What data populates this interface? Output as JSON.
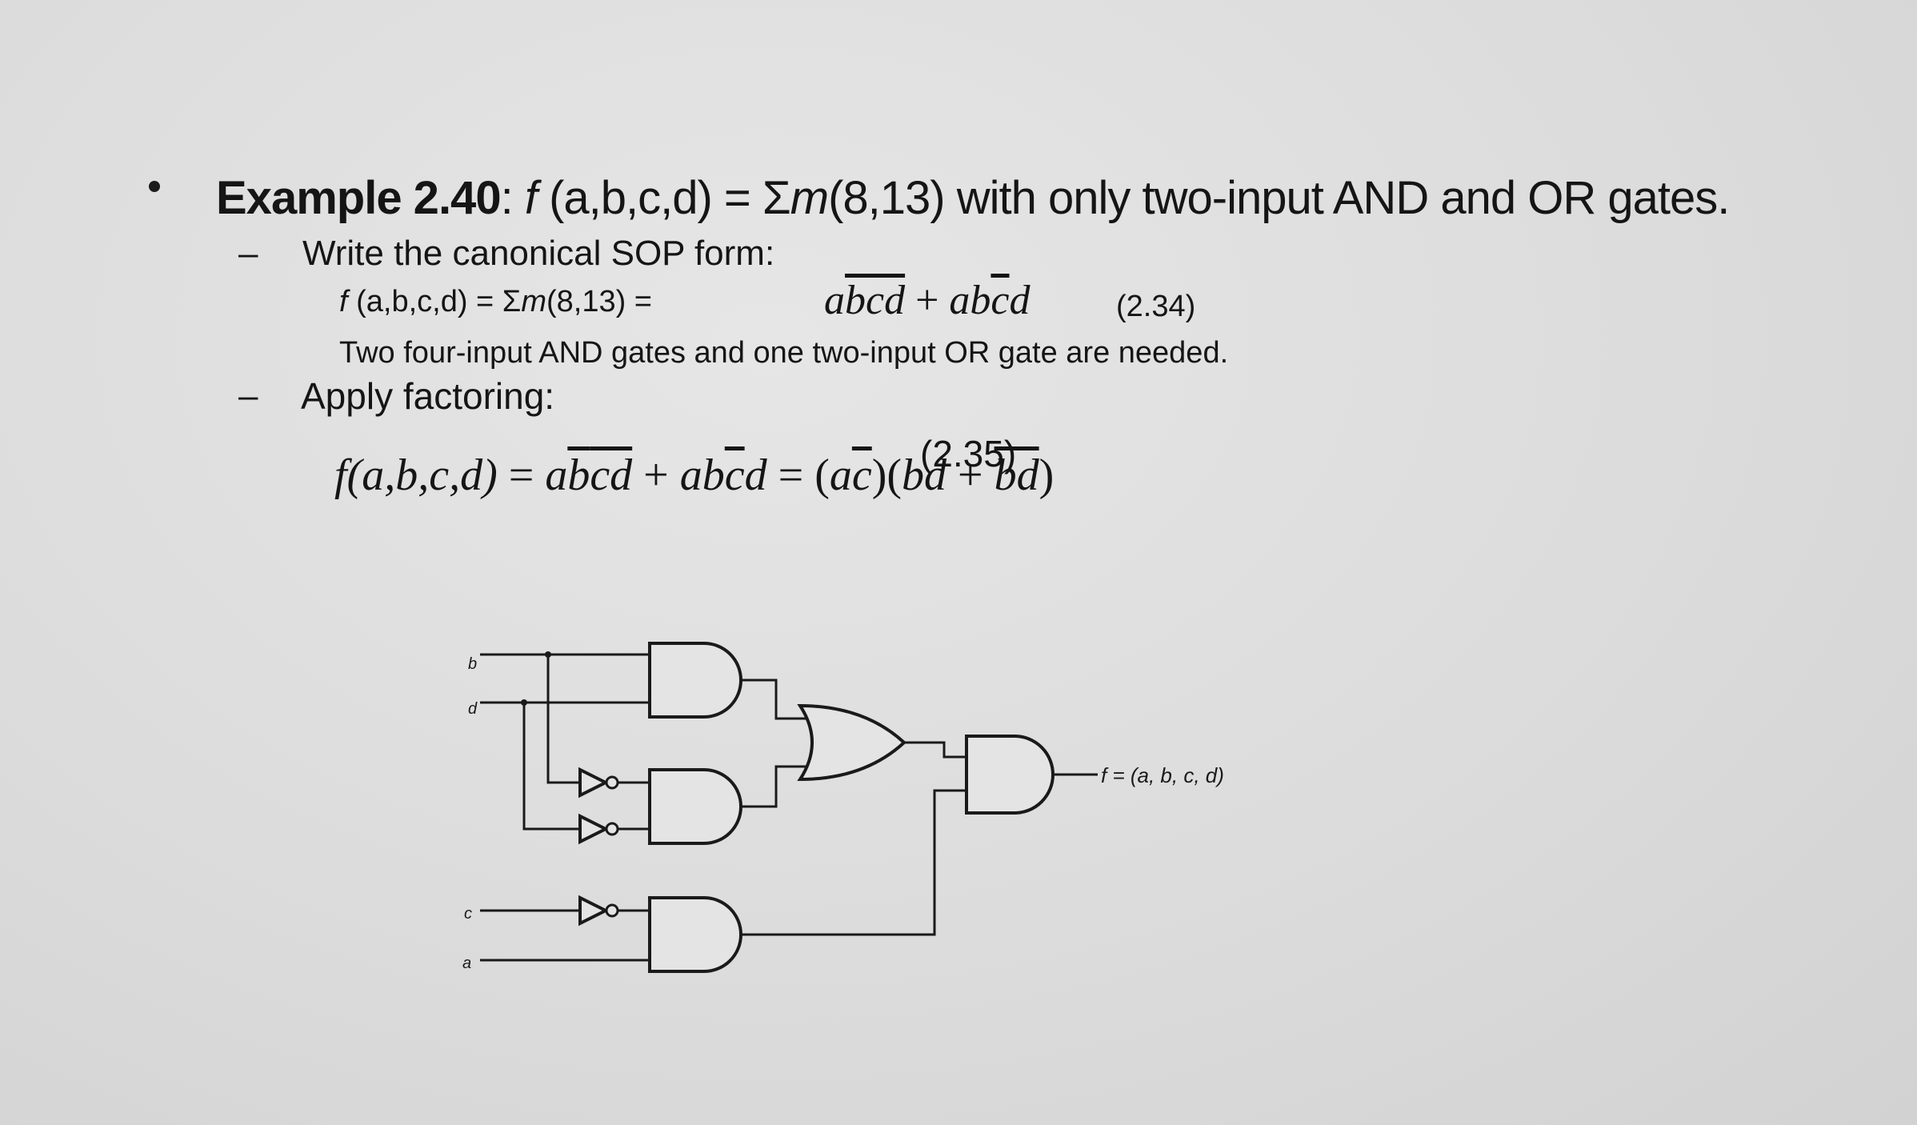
{
  "heading": {
    "label": "Example 2.40",
    "colon": ":",
    "func": "f",
    "args": " (a,b,c,d)",
    "eq": " = Σ",
    "m": "m",
    "rest": "(8,13) with only two-input AND and OR gates."
  },
  "step1": {
    "dash": "–",
    "text": "Write the canonical SOP form:"
  },
  "canonical": {
    "func": "f",
    "lhs_rest": " (a,b,c,d) = Σ",
    "m": "m",
    "lhs_tail": "(8,13) =",
    "term1_a": "a",
    "term1_b": "b",
    "term1_cd": "cd",
    "plus": " + ",
    "term2_ab": "ab",
    "term2_c": "c",
    "term2_d": "d",
    "eq_number": "(2.34)"
  },
  "note": "Two four-input AND gates and one two-input OR gate are needed.",
  "step2": {
    "dash": "–",
    "text": "Apply factoring:"
  },
  "factored": {
    "lhs": "f(a,b,c,d)",
    "eq1": " = ",
    "t1_a": "a",
    "t1_b": "b",
    "t1_cd": "cd",
    "plus1": " + ",
    "t2_ab": "ab",
    "t2_c": "c",
    "t2_d": "d",
    "eq2": " = (",
    "f1_a": "a",
    "f1_c": "c",
    "f1_close": ")(",
    "f2_bd": "bd",
    "plus2": " + ",
    "f3_bd": "bd",
    "close": ")",
    "eq_number": "(2.35)"
  },
  "circuit": {
    "inputs": [
      "b",
      "d",
      "c",
      "a"
    ],
    "output_label": "f = (a, b, c, d)"
  }
}
